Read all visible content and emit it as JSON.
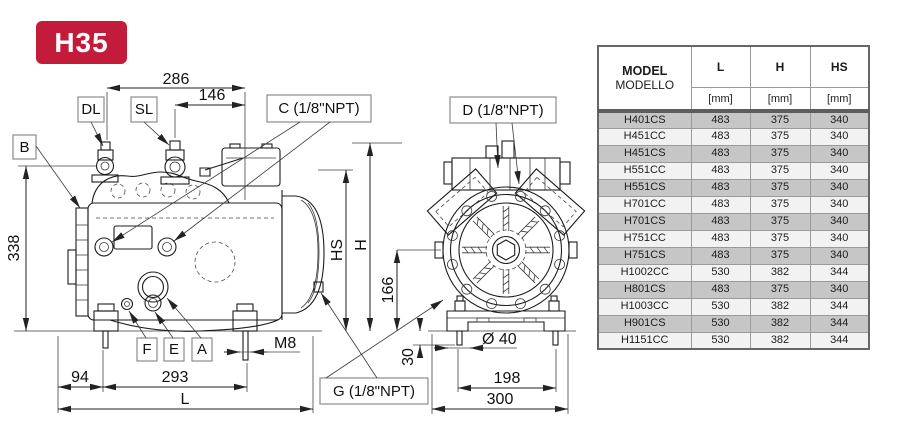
{
  "badge": {
    "label": "H35",
    "bg_color": "#c31c3a",
    "text_color": "#ffffff"
  },
  "drawing": {
    "side": {
      "dim286": "286",
      "dim146": "146",
      "dim338": "338",
      "dim94": "94",
      "dim293": "293",
      "dimL": "L",
      "dimHS": "HS",
      "dimH": "H",
      "m8": "M8",
      "labelB": "B",
      "labelDL": "DL",
      "labelSL": "SL",
      "labelF": "F",
      "labelE": "E",
      "labelA": "A",
      "labelC": "C (1/8\"NPT)",
      "labelG": "G (1/8\"NPT)"
    },
    "front": {
      "labelD": "D (1/8\"NPT)",
      "dim166": "166",
      "dim30": "30",
      "dia40": "Ø 40",
      "dim198": "198",
      "dim300": "300"
    }
  },
  "table": {
    "header": {
      "model_line1": "MODEL",
      "model_line2": "MODELLO",
      "col_l": "L",
      "col_h": "H",
      "col_hs": "HS",
      "unit": "[mm]"
    },
    "rows": [
      {
        "model": "H401CS",
        "l": "483",
        "h": "375",
        "hs": "340"
      },
      {
        "model": "H451CC",
        "l": "483",
        "h": "375",
        "hs": "340"
      },
      {
        "model": "H451CS",
        "l": "483",
        "h": "375",
        "hs": "340"
      },
      {
        "model": "H551CC",
        "l": "483",
        "h": "375",
        "hs": "340"
      },
      {
        "model": "H551CS",
        "l": "483",
        "h": "375",
        "hs": "340"
      },
      {
        "model": "H701CC",
        "l": "483",
        "h": "375",
        "hs": "340"
      },
      {
        "model": "H701CS",
        "l": "483",
        "h": "375",
        "hs": "340"
      },
      {
        "model": "H751CC",
        "l": "483",
        "h": "375",
        "hs": "340"
      },
      {
        "model": "H751CS",
        "l": "483",
        "h": "375",
        "hs": "340"
      },
      {
        "model": "H1002CC",
        "l": "530",
        "h": "382",
        "hs": "344"
      },
      {
        "model": "H801CS",
        "l": "483",
        "h": "375",
        "hs": "340"
      },
      {
        "model": "H1003CC",
        "l": "530",
        "h": "382",
        "hs": "344"
      },
      {
        "model": "H901CS",
        "l": "530",
        "h": "382",
        "hs": "344"
      },
      {
        "model": "H1151CC",
        "l": "530",
        "h": "382",
        "hs": "344"
      }
    ],
    "stripe_dark": "#c6c6c6",
    "stripe_light": "#f2f2f2"
  }
}
